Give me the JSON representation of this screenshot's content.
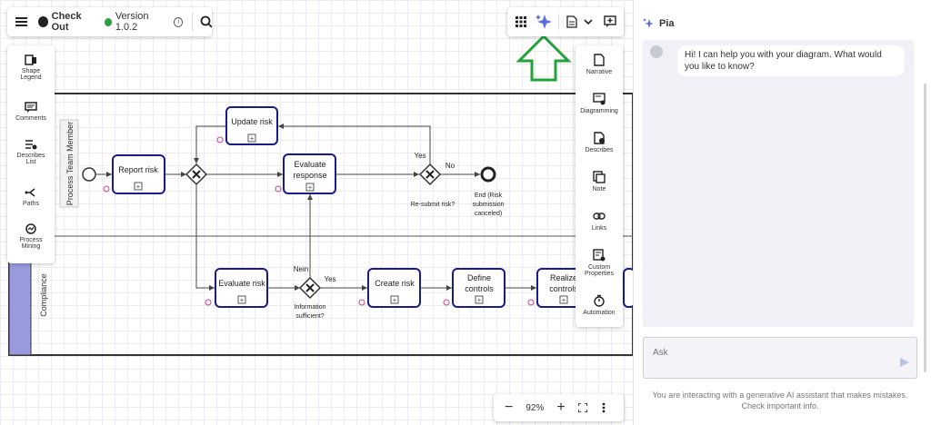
{
  "topbar": {
    "title": "Check Out",
    "version": "Version 1.0.2"
  },
  "left_tools": [
    {
      "label1": "Shape",
      "label2": "Legend",
      "icon": "shape-legend-icon"
    },
    {
      "label1": "Comments",
      "label2": "",
      "icon": "comments-icon"
    },
    {
      "label1": "Describes",
      "label2": "List",
      "icon": "describes-list-icon"
    },
    {
      "label1": "Paths",
      "label2": "",
      "icon": "paths-icon"
    },
    {
      "label1": "Process",
      "label2": "Mining",
      "icon": "process-mining-icon"
    }
  ],
  "right_tools": [
    {
      "label1": "Narrative",
      "label2": "",
      "icon": "narrative-icon"
    },
    {
      "label1": "Diagramming",
      "label2": "",
      "icon": "diagramming-icon"
    },
    {
      "label1": "Describes",
      "label2": "",
      "icon": "describes-icon"
    },
    {
      "label1": "Note",
      "label2": "",
      "icon": "note-icon"
    },
    {
      "label1": "Links",
      "label2": "",
      "icon": "links-icon"
    },
    {
      "label1": "Custom",
      "label2": "Properties",
      "icon": "custom-properties-icon"
    },
    {
      "label1": "Automation",
      "label2": "",
      "icon": "automation-icon"
    }
  ],
  "diagram": {
    "lane1": "Process Team Member",
    "lane2": "Compliance",
    "tasks": {
      "report_risk": "Report risk",
      "update_risk": "Update risk",
      "evaluate_response_1": "Evaluate",
      "evaluate_response_2": "response",
      "evaluate_risk": "Evaluate risk",
      "create_risk": "Create risk",
      "define_controls_1": "Define",
      "define_controls_2": "controls",
      "realize_controls_1": "Realize",
      "realize_controls_2": "controls"
    },
    "labels": {
      "yes1": "Yes",
      "no": "No",
      "resubmit": "Re-submit risk?",
      "end1": "End (Risk",
      "end2": "submission",
      "end3": "canceled)",
      "nein": "Nein",
      "yes2": "Yes",
      "info1": "Information",
      "info2": "sufficient?"
    }
  },
  "zoom": {
    "level": "92%"
  },
  "chat": {
    "title": "Pia",
    "greeting": "Hi! I can help you with your diagram. What would you like to know?",
    "placeholder": "Ask",
    "disclaimer1": "You are interacting with a generative AI assistant that makes mistakes.",
    "disclaimer2": "Check important info."
  },
  "colors": {
    "task_border": "#1a1a8c",
    "lane_fill": "#9999dd",
    "arrow_green": "#22a33a",
    "ai_accent": "#5b6cdd"
  }
}
